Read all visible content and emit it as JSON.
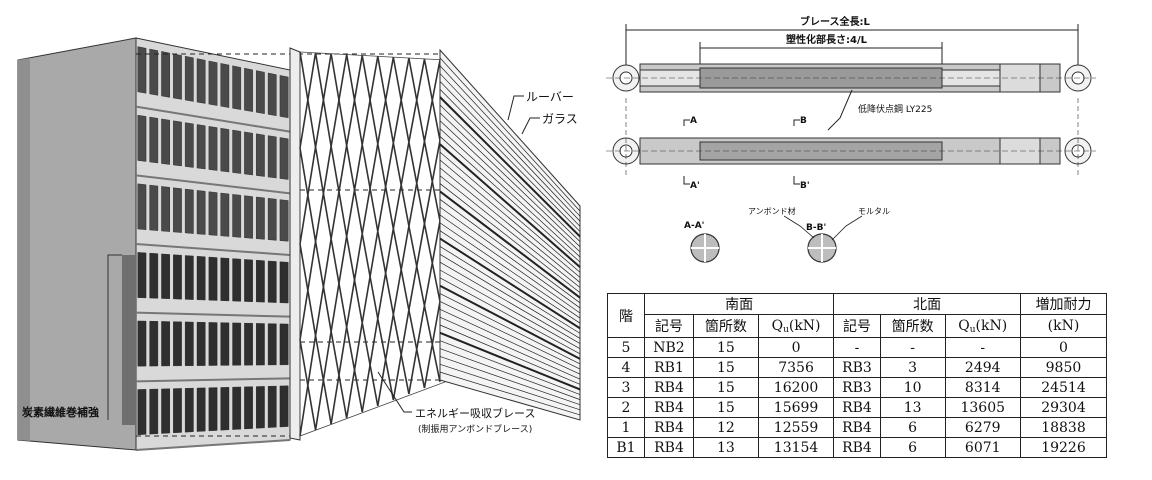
{
  "left_figure": {
    "labels": {
      "louver": "ルーバー",
      "glass": "ガラス",
      "carbon_fiber": "炭素繊維巻補強",
      "energy_brace": "エネルギー吸収ブレース",
      "energy_brace_sub": "(制振用アンボンドブレース)"
    }
  },
  "brace_drawing": {
    "total_length": "ブレース全長:L",
    "plastic_length": "塑性化部長さ:4/L",
    "steel": "低降伏点鋼 LY225",
    "mark_a": "A",
    "mark_a2": "A'",
    "mark_b": "B",
    "mark_b2": "B'",
    "section_aa": "A-A'",
    "section_bb": "B-B'",
    "unbond": "アンボンド材",
    "mortar": "モルタル"
  },
  "table": {
    "floor_header": "階",
    "south_header": "南面",
    "north_header": "北面",
    "increase_header": "増加耐力",
    "increase_unit": "(kN)",
    "sub_headers": {
      "symbol": "記号",
      "count": "箇所数",
      "qu_prefix": "Q",
      "qu_sub": "u",
      "qu_unit": "(kN)"
    },
    "rows": [
      {
        "floor": "5",
        "s_sym": "NB2",
        "s_cnt": "15",
        "s_qu": "0",
        "n_sym": "-",
        "n_cnt": "-",
        "n_qu": "-",
        "inc": "0"
      },
      {
        "floor": "4",
        "s_sym": "RB1",
        "s_cnt": "15",
        "s_qu": "7356",
        "n_sym": "RB3",
        "n_cnt": "3",
        "n_qu": "2494",
        "inc": "9850"
      },
      {
        "floor": "3",
        "s_sym": "RB4",
        "s_cnt": "15",
        "s_qu": "16200",
        "n_sym": "RB3",
        "n_cnt": "10",
        "n_qu": "8314",
        "inc": "24514"
      },
      {
        "floor": "2",
        "s_sym": "RB4",
        "s_cnt": "15",
        "s_qu": "15699",
        "n_sym": "RB4",
        "n_cnt": "13",
        "n_qu": "13605",
        "inc": "29304"
      },
      {
        "floor": "1",
        "s_sym": "RB4",
        "s_cnt": "12",
        "s_qu": "12559",
        "n_sym": "RB4",
        "n_cnt": "6",
        "n_qu": "6279",
        "inc": "18838"
      },
      {
        "floor": "B1",
        "s_sym": "RB4",
        "s_cnt": "13",
        "s_qu": "13154",
        "n_sym": "RB4",
        "n_cnt": "6",
        "n_qu": "6071",
        "inc": "19226"
      }
    ]
  }
}
